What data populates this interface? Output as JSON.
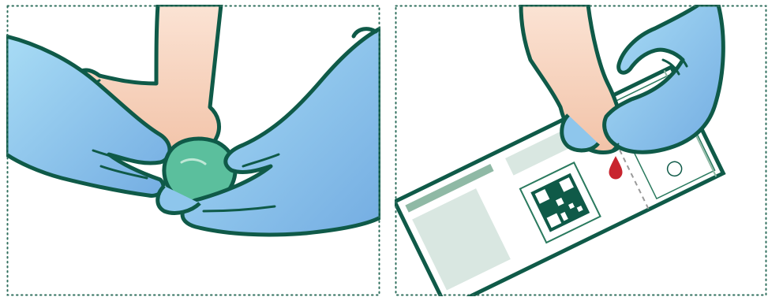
{
  "palette": {
    "outline": "#0f5a48",
    "frame_dots": "#2f6f5d",
    "skin": "#f5d2bd",
    "skin_shadow": "#efbfa6",
    "glove_light": "#9fd3f1",
    "glove_mid": "#7fb8e6",
    "cotton_pad": "#5bbf9d",
    "card_line": "#2a7a5e",
    "card_block": "#d9e7e1",
    "card_bar": "#8fb9a5",
    "blood": "#c8242e"
  },
  "panels": [
    {
      "id": "left",
      "scene": "warm-heel-with-cotton-pad"
    },
    {
      "id": "right",
      "scene": "blood-drop-to-test-card"
    }
  ],
  "icons": [
    "glove-hand-icon",
    "baby-foot-icon",
    "cotton-pad-icon",
    "blood-drop-icon",
    "qr-code-icon",
    "test-card-icon"
  ]
}
